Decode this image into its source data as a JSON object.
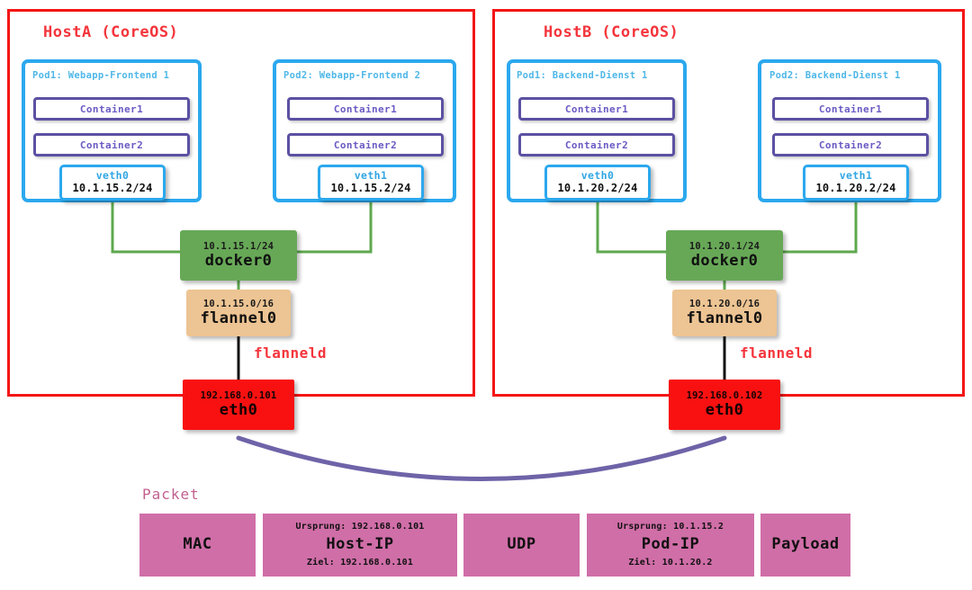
{
  "hosts": [
    {
      "title": "HostA (CoreOS)",
      "pods": [
        {
          "title": "Pod1: Webapp-Frontend 1",
          "containers": [
            "Container1",
            "Container2"
          ],
          "veth": {
            "name": "veth0",
            "ip": "10.1.15.2/24"
          }
        },
        {
          "title": "Pod2: Webapp-Frontend 2",
          "containers": [
            "Container1",
            "Container2"
          ],
          "veth": {
            "name": "veth1",
            "ip": "10.1.15.2/24"
          }
        }
      ],
      "docker": {
        "name": "docker0",
        "ip": "10.1.15.1/24"
      },
      "flannel": {
        "name": "flannel0",
        "ip": "10.1.15.0/16"
      },
      "daemon": "flanneld",
      "eth": {
        "name": "eth0",
        "ip": "192.168.0.101"
      }
    },
    {
      "title": "HostB (CoreOS)",
      "pods": [
        {
          "title": "Pod1: Backend-Dienst 1",
          "containers": [
            "Container1",
            "Container2"
          ],
          "veth": {
            "name": "veth0",
            "ip": "10.1.20.2/24"
          }
        },
        {
          "title": "Pod2: Backend-Dienst 1",
          "containers": [
            "Container1",
            "Container2"
          ],
          "veth": {
            "name": "veth1",
            "ip": "10.1.20.2/24"
          }
        }
      ],
      "docker": {
        "name": "docker0",
        "ip": "10.1.20.1/24"
      },
      "flannel": {
        "name": "flannel0",
        "ip": "10.1.20.0/16"
      },
      "daemon": "flanneld",
      "eth": {
        "name": "eth0",
        "ip": "192.168.0.102"
      }
    }
  ],
  "packet": {
    "label": "Packet",
    "fields": [
      {
        "main": "MAC",
        "top": "",
        "bottom": ""
      },
      {
        "main": "Host-IP",
        "top": "Ursprung: 192.168.0.101",
        "bottom": "Ziel: 192.168.0.101"
      },
      {
        "main": "UDP",
        "top": "",
        "bottom": ""
      },
      {
        "main": "Pod-IP",
        "top": "Ursprung: 10.1.15.2",
        "bottom": "Ziel: 10.1.20.2"
      },
      {
        "main": "Payload",
        "top": "",
        "bottom": ""
      }
    ]
  },
  "colors": {
    "host_border": "#F41616",
    "host_title": "#F4353C",
    "pod_border": "#2BA8EE",
    "pod_title": "#4EB7E8",
    "container_border": "#5B51A2",
    "container_text": "#6A5BC4",
    "docker_fill": "#67A857",
    "flannel_fill": "#EDC493",
    "eth_fill": "#F91111",
    "packet_fill": "#D06EA8",
    "packet_label": "#C2618F",
    "veth_link": "#5EA84E",
    "tunnel_arc": "#6F63A8",
    "flanneld_link": "#1A1A1A"
  }
}
